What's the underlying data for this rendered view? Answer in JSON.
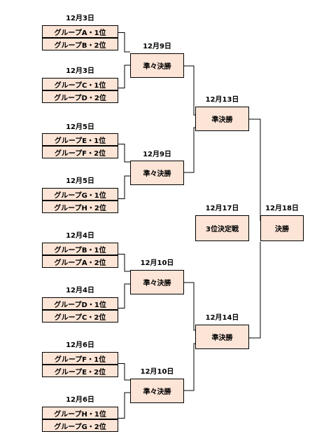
{
  "colors": {
    "box_fill": "#fce4d6",
    "border": "#000000",
    "line": "#000000"
  },
  "first_round": [
    {
      "date": "12月3日",
      "teams": [
        "グループA・1位",
        "グループB・2位"
      ]
    },
    {
      "date": "12月3日",
      "teams": [
        "グループC・1位",
        "グループD・2位"
      ]
    },
    {
      "date": "12月5日",
      "teams": [
        "グループE・1位",
        "グループF・2位"
      ]
    },
    {
      "date": "12月5日",
      "teams": [
        "グループG・1位",
        "グループH・2位"
      ]
    },
    {
      "date": "12月4日",
      "teams": [
        "グループB・1位",
        "グループA・2位"
      ]
    },
    {
      "date": "12月4日",
      "teams": [
        "グループD・1位",
        "グループC・2位"
      ]
    },
    {
      "date": "12月6日",
      "teams": [
        "グループF・1位",
        "グループE・2位"
      ]
    },
    {
      "date": "12月6日",
      "teams": [
        "グループH・1位",
        "グループG・2位"
      ]
    }
  ],
  "quarterfinals": [
    {
      "date": "12月9日",
      "label": "準々決勝"
    },
    {
      "date": "12月9日",
      "label": "準々決勝"
    },
    {
      "date": "12月10日",
      "label": "準々決勝"
    },
    {
      "date": "12月10日",
      "label": "準々決勝"
    }
  ],
  "semifinals": [
    {
      "date": "12月13日",
      "label": "準決勝"
    },
    {
      "date": "12月14日",
      "label": "準決勝"
    }
  ],
  "third_place": {
    "date": "12月17日",
    "label": "3位決定戦"
  },
  "final": {
    "date": "12月18日",
    "label": "決勝"
  }
}
